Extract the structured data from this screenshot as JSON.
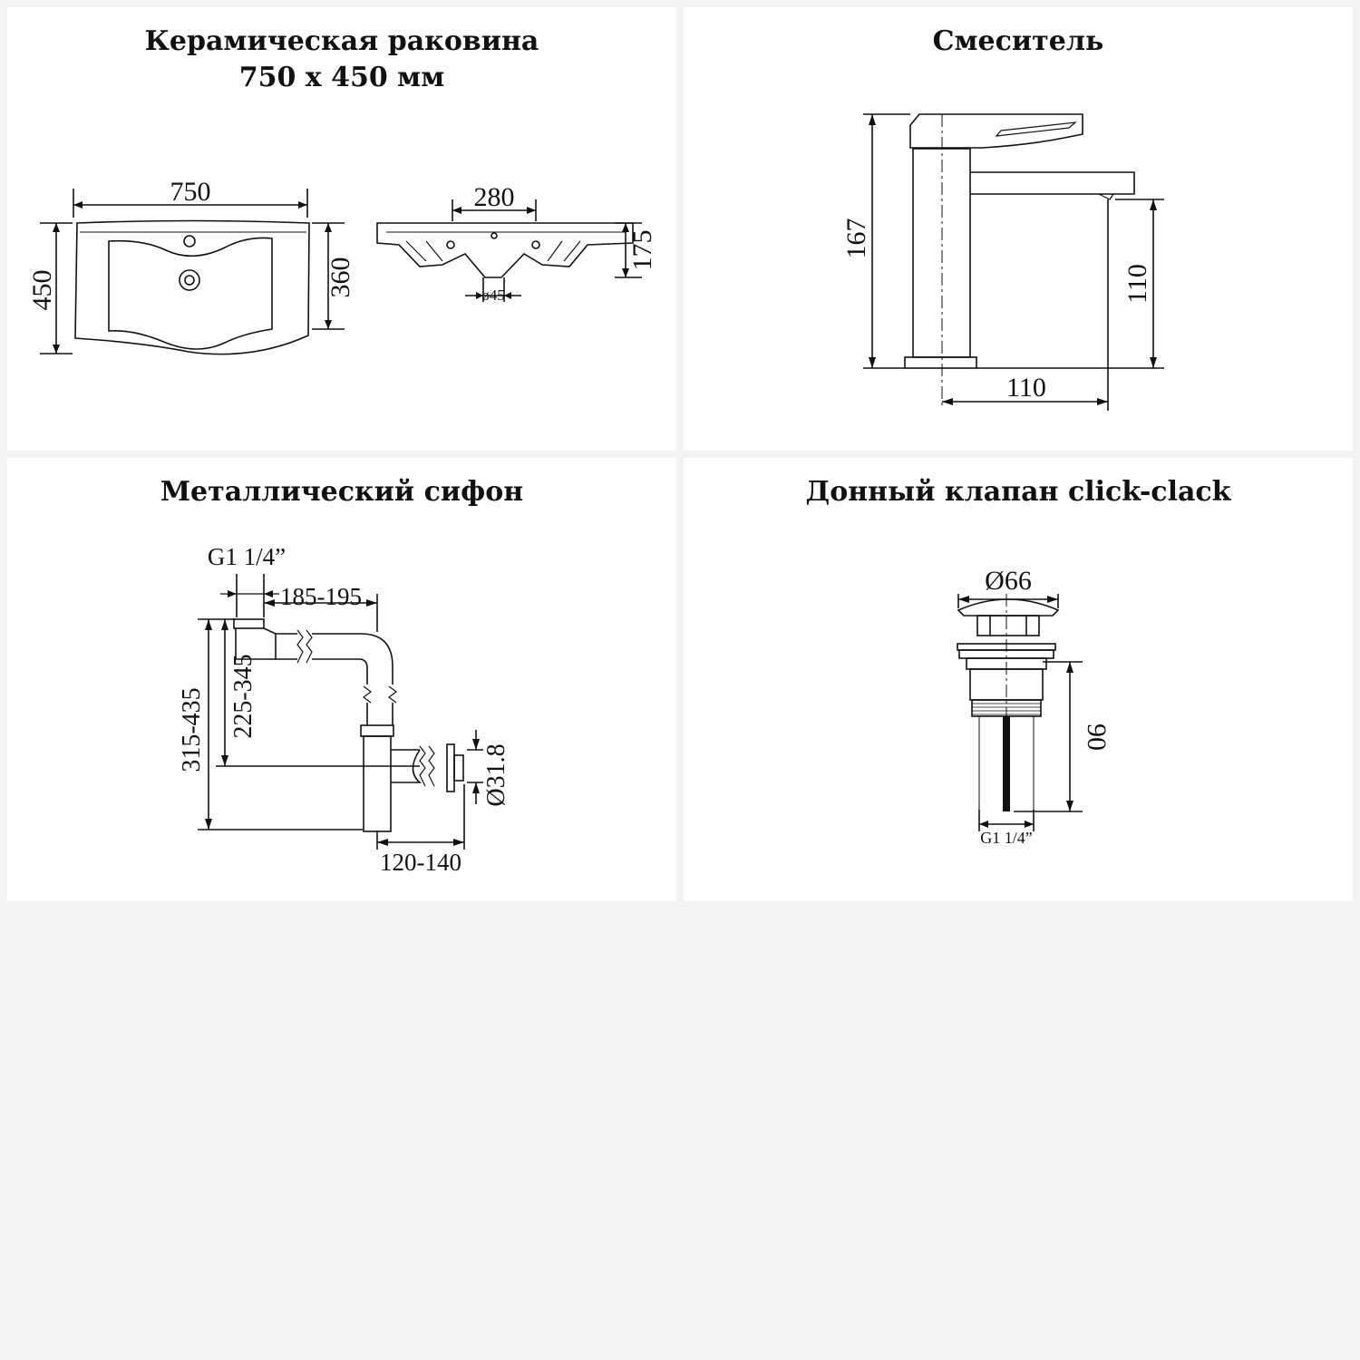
{
  "panels": {
    "sink": {
      "title_line1": "Керамическая раковина",
      "title_line2": "750 х 450 мм",
      "dims": {
        "width": "750",
        "depth": "450",
        "inner": "360",
        "side_width": "280",
        "height": "175",
        "drain": "ø45"
      }
    },
    "faucet": {
      "title": "Смеситель",
      "dims": {
        "height": "167",
        "spout_height": "110",
        "reach": "110"
      }
    },
    "siphon": {
      "title": "Металлический сифон",
      "dims": {
        "thread": "G1 1/4”",
        "horizontal": "185-195",
        "total_height": "315-435",
        "inlet_height": "225-345",
        "outlet_diameter": "Ø31.8",
        "outlet_depth": "120-140"
      }
    },
    "valve": {
      "title": "Донный клапан click-clack",
      "dims": {
        "diameter": "Ø66",
        "height": "90",
        "thread": "G1 1/4”"
      }
    }
  },
  "colors": {
    "background": "#f3f3f3",
    "panel": "#ffffff",
    "line": "#111111"
  }
}
